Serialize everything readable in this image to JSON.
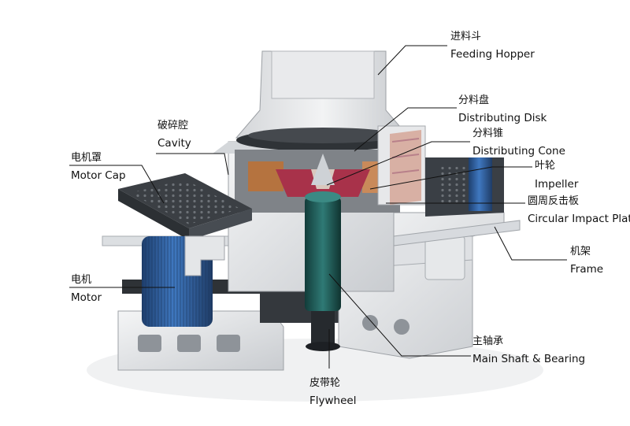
{
  "labels": {
    "feeding_hopper": {
      "cn": "进料斗",
      "en": "Feeding Hopper"
    },
    "distributing_disk": {
      "cn": "分料盘",
      "en": "Distributing Disk"
    },
    "distributing_cone": {
      "cn": "分料锥",
      "en": "Distributing Cone"
    },
    "impeller": {
      "cn": "叶轮",
      "en": "Impeller"
    },
    "circular_impact_plate": {
      "cn": "圆周反击板",
      "en": "Circular Impact Plate"
    },
    "cavity": {
      "cn": "破碎腔",
      "en": "Cavity"
    },
    "motor_cap": {
      "cn": "电机罩",
      "en": "Motor Cap"
    },
    "motor": {
      "cn": "电机",
      "en": "Motor"
    },
    "frame": {
      "cn": "机架",
      "en": "Frame"
    },
    "main_shaft": {
      "cn": "主轴承",
      "en": "Main Shaft & Bearing"
    },
    "flywheel": {
      "cn": "皮带轮",
      "en": "Flywheel"
    }
  },
  "colors": {
    "frame_white": "#e9eaec",
    "frame_shadow": "#b9bcc1",
    "dark_steel": "#3f4348",
    "motor_blue": "#2f5f9e",
    "shaft_teal": "#1f5d5a",
    "impeller_red": "#a8324a",
    "impact_orange": "#c98a5a"
  }
}
